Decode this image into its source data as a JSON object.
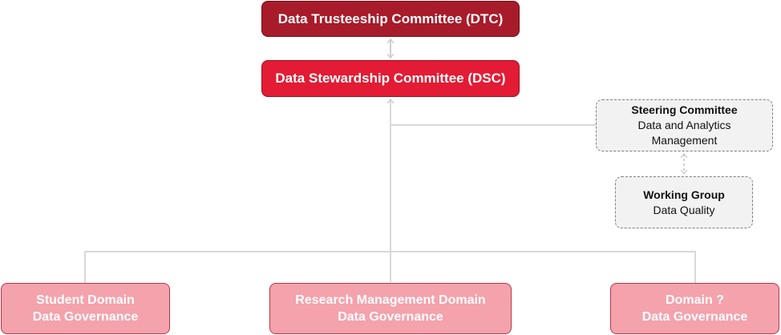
{
  "dtc": {
    "label": "Data Trusteeship Committee (DTC)"
  },
  "dsc": {
    "label": "Data Stewardship Committee (DSC)"
  },
  "steering": {
    "title": "Steering Committee",
    "line1": "Data and Analytics",
    "line2": "Management"
  },
  "working": {
    "title": "Working Group",
    "line1": "Data Quality"
  },
  "domains": [
    {
      "line1": "Student Domain",
      "line2": "Data Governance"
    },
    {
      "line1": "Research Management Domain",
      "line2": "Data Governance"
    },
    {
      "line1": "Domain ?",
      "line2": "Data Governance"
    }
  ],
  "colors": {
    "dtc_fill": "#a81b2a",
    "dsc_fill": "#e31b34",
    "domain_fill": "#f4a2ac",
    "dashed_fill": "#f2f2f2",
    "connector": "#d9d9d9"
  }
}
